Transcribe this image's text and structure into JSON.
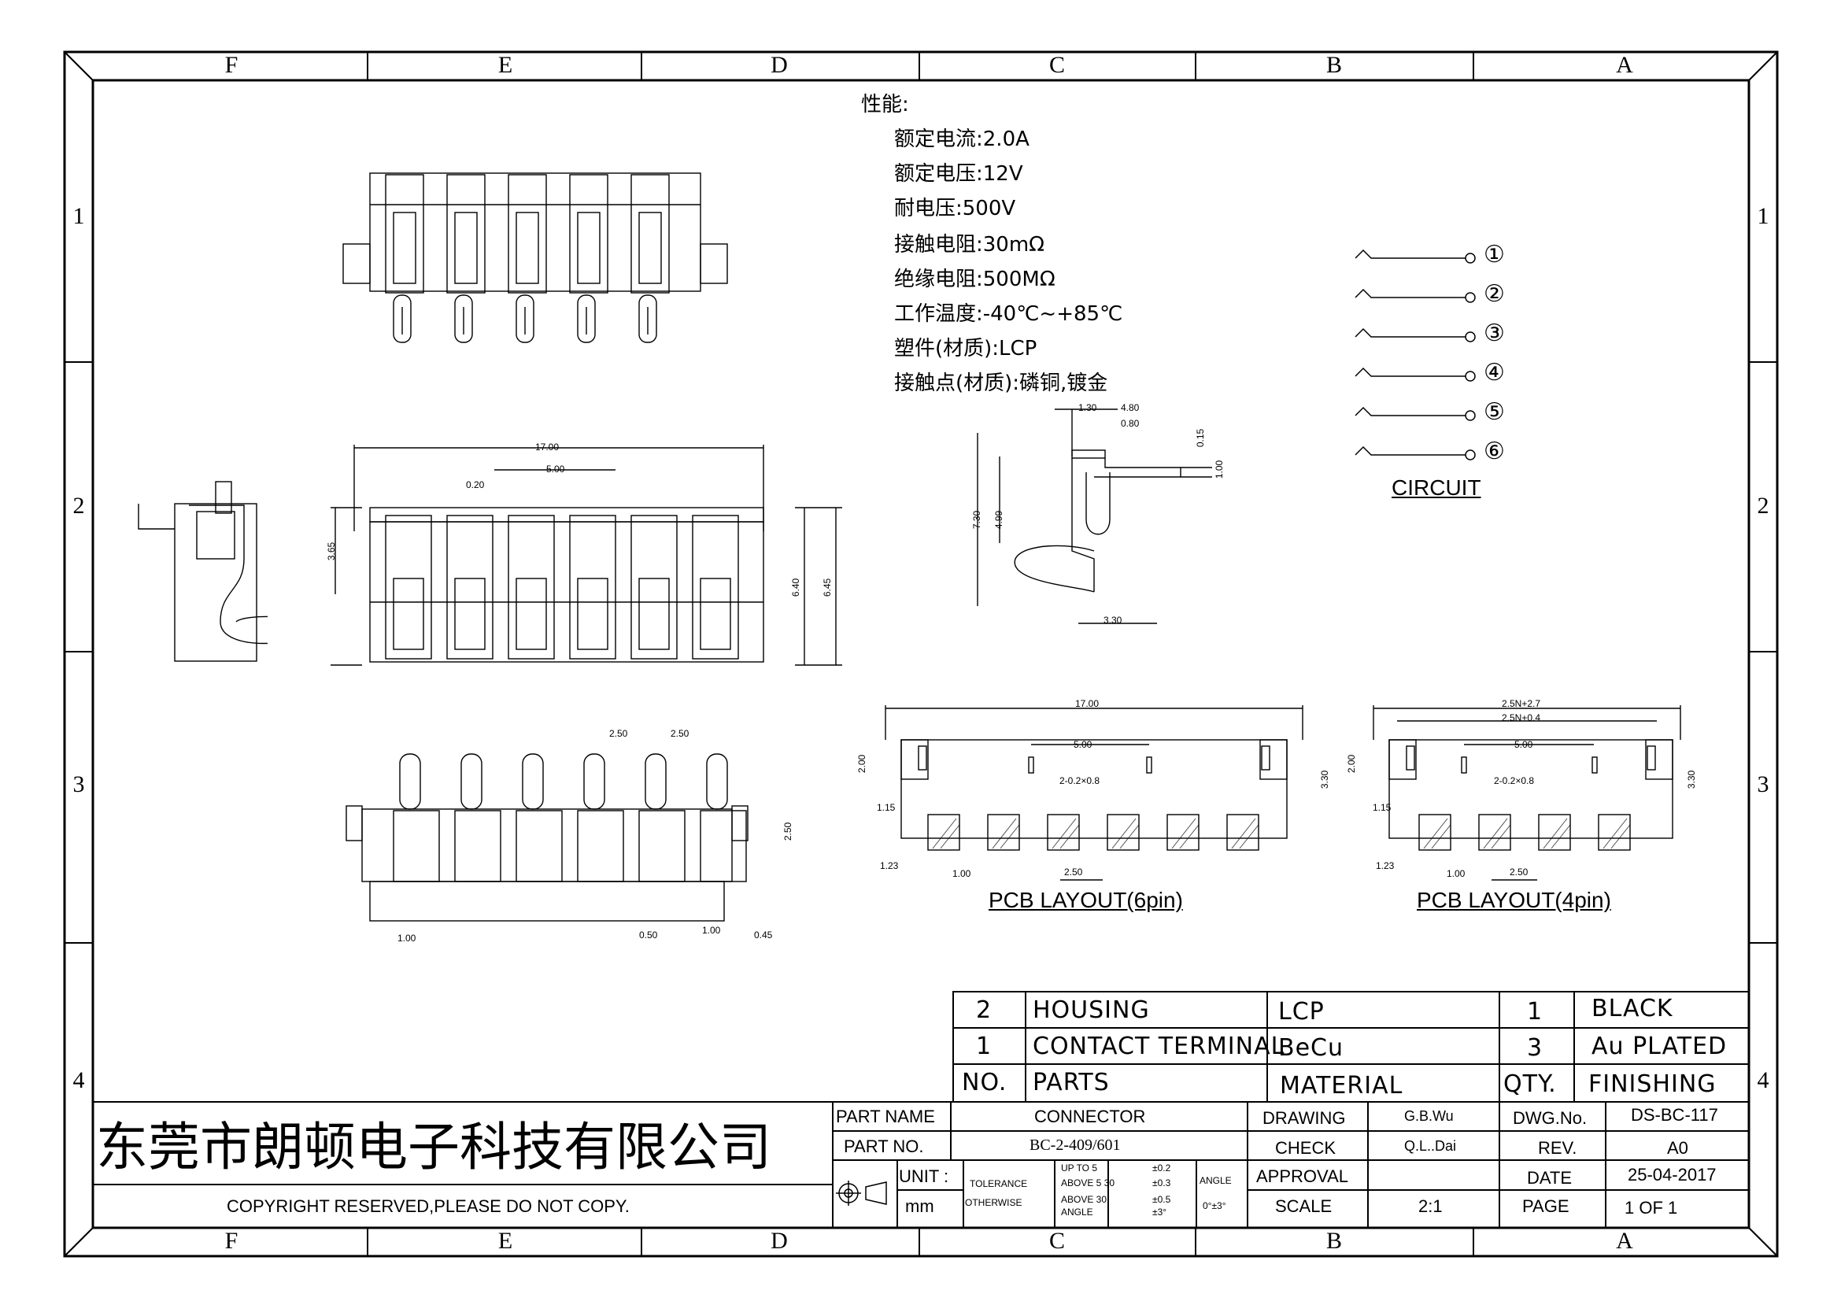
{
  "zones": {
    "columns": [
      "F",
      "E",
      "D",
      "C",
      "B",
      "A"
    ],
    "rows": [
      "1",
      "2",
      "3",
      "4"
    ]
  },
  "specs": {
    "title": "性能:",
    "lines": [
      "额定电流:2.0A",
      "额定电压:12V",
      "耐电压:500V",
      "接触电阻:30mΩ",
      "绝缘电阻:500MΩ",
      "工作温度:-40℃~+85℃",
      "塑件(材质):LCP",
      "接触点(材质):磷铜,镀金"
    ]
  },
  "circuit": {
    "pins": [
      "①",
      "②",
      "③",
      "④",
      "⑤",
      "⑥"
    ],
    "label": "CIRCUIT"
  },
  "dimensions": {
    "front": [
      "17.00",
      "5.00",
      "0.20",
      "3.65",
      "6.40",
      "6.45"
    ],
    "bottom": [
      "2.50",
      "2.50",
      "2.50",
      "1.00",
      "0.50",
      "1.00",
      "0.45"
    ],
    "side": [
      "1.30",
      "4.80",
      "0.80",
      "0.15",
      "1.00",
      "7.30",
      "4.99",
      "3.30"
    ],
    "pcb6": [
      "17.00",
      "5.00",
      "2-0.2×0.8",
      "2.00",
      "3.30",
      "1.15",
      "1.23",
      "1.00",
      "2.50"
    ],
    "pcb4": [
      "2.5N+2.7",
      "2.5N+0.4",
      "5.00",
      "2-0.2×0.8",
      "2.00",
      "3.30",
      "1.15",
      "1.23",
      "1.00",
      "2.50"
    ]
  },
  "pcb_labels": {
    "six": "PCB LAYOUT(6pin)",
    "four": "PCB LAYOUT(4pin)"
  },
  "bom": {
    "rows": [
      {
        "no": "2",
        "part": "HOUSING",
        "material": "LCP",
        "qty": "1",
        "finishing": "BLACK"
      },
      {
        "no": "1",
        "part": "CONTACT TERMINAL",
        "material": "BeCu",
        "qty": "3",
        "finishing": "Au PLATED"
      }
    ],
    "header": {
      "no": "NO.",
      "part": "PARTS",
      "material": "MATERIAL",
      "qty": "QTY.",
      "finishing": "FINISHING"
    }
  },
  "title_block": {
    "company": "东莞市朗顿电子科技有限公司",
    "copyright": "COPYRIGHT RESERVED,PLEASE DO NOT COPY.",
    "part_name_label": "PART NAME",
    "part_name": "CONNECTOR",
    "part_no_label": "PART NO.",
    "part_no": "BC-2-409/601",
    "unit_label": "UNIT :",
    "unit": "mm",
    "tolerance": "TOLERANCE",
    "otherwise": "OTHERWISE",
    "tol_rows": [
      "UP TO 5",
      "ABOVE 5  30",
      "ABOVE 30",
      "ANGLE"
    ],
    "tol_vals": [
      "±0.2",
      "±0.3",
      "±0.5",
      "±3°"
    ],
    "angle_label": "ANGLE",
    "angle_val": "0°±3°",
    "drawing_label": "DRAWING",
    "drawing": "G.B.Wu",
    "check_label": "CHECK",
    "check": "Q.L..Dai",
    "approval_label": "APPROVAL",
    "approval": "",
    "scale_label": "SCALE",
    "scale": "2:1",
    "dwg_label": "DWG.No.",
    "dwg": "DS-BC-117",
    "rev_label": "REV.",
    "rev": "A0",
    "date_label": "DATE",
    "date": "25-04-2017",
    "page_label": "PAGE",
    "page": "1 OF 1"
  }
}
